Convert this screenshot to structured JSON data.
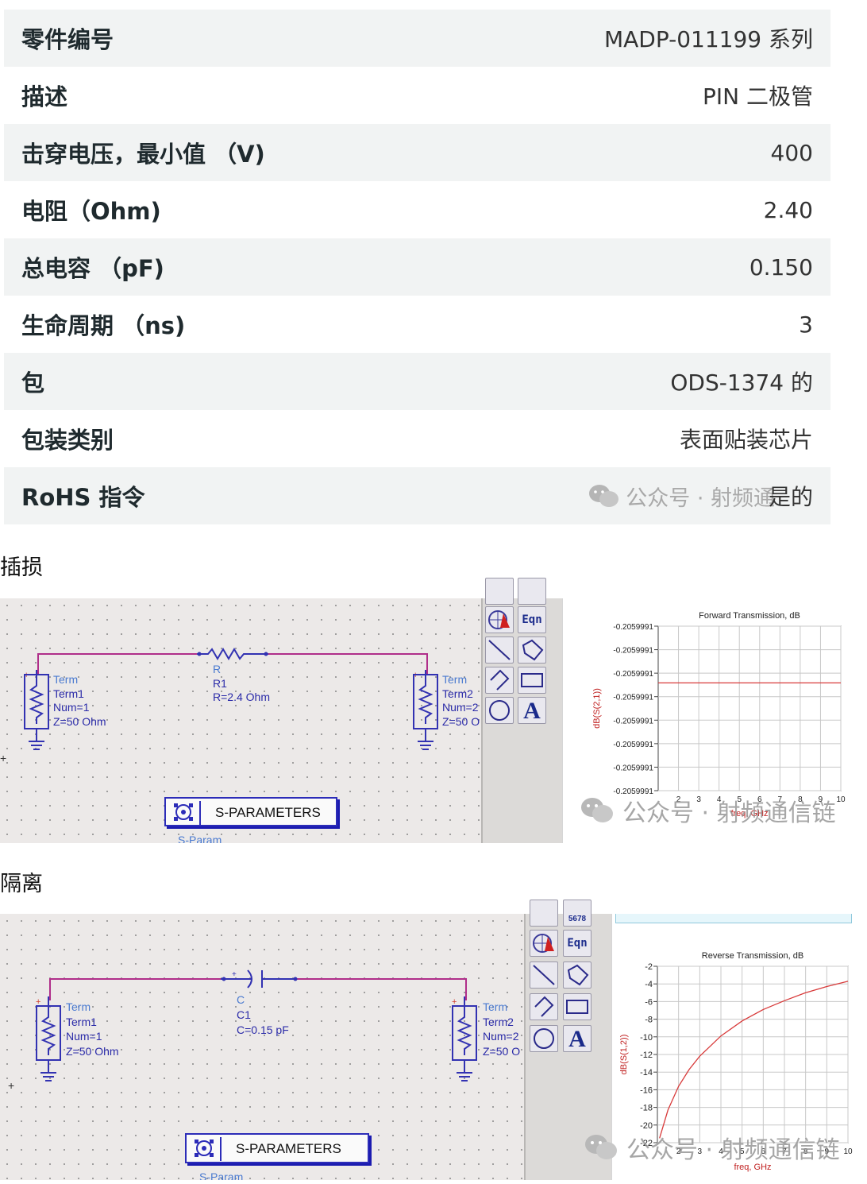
{
  "spec_table": {
    "rows": [
      {
        "label": "零件编号",
        "value": "MADP-011199 系列"
      },
      {
        "label": "描述",
        "value": "PIN 二极管"
      },
      {
        "label": "击穿电压，最小值 （V)",
        "value": "400"
      },
      {
        "label": "电阻（Ohm)",
        "value": "2.40"
      },
      {
        "label": "总电容 （pF)",
        "value": "0.150"
      },
      {
        "label": "生命周期 （ns)",
        "value": "3"
      },
      {
        "label": "包",
        "value": "ODS-1374 的"
      },
      {
        "label": "包装类别",
        "value": "表面贴装芯片"
      },
      {
        "label": "RoHS 指令",
        "value": "是的"
      }
    ]
  },
  "watermark": {
    "text": "公众号 · 射频通信链",
    "text_table": "公众号 · 射频通"
  },
  "section_insertion": {
    "title": "插损"
  },
  "section_isolation": {
    "title": "隔离"
  },
  "schematic_1": {
    "term1": {
      "type": "Term",
      "name": "Term1",
      "num": "Num=1",
      "z": "Z=50 Ohm"
    },
    "term2": {
      "type": "Term",
      "name": "Term2",
      "num": "Num=2",
      "z": "Z=50 O"
    },
    "component": {
      "type": "R",
      "name": "R1",
      "value": "R=2.4 Ohm"
    },
    "sparam": {
      "label": "S-PARAMETERS",
      "sub": "S-Param"
    }
  },
  "schematic_2": {
    "term1": {
      "type": "Term",
      "name": "Term1",
      "num": "Num=1",
      "z": "Z=50 Ohm"
    },
    "term2": {
      "type": "Term",
      "name": "Term2",
      "num": "Num=2",
      "z": "Z=50 O"
    },
    "component": {
      "type": "C",
      "name": "C1",
      "value": "C=0.15 pF"
    },
    "sparam": {
      "label": "S-PARAMETERS",
      "sub": "S-Param"
    }
  },
  "palette": {
    "eqn_label": "Eqn",
    "text_tool": "A",
    "bus_label": "5678"
  },
  "colors": {
    "wire": "#b02e8a",
    "schematic_blue": "#2a2aa8",
    "trace_red": "#d83a3a"
  },
  "chart_data": [
    {
      "type": "line",
      "title": "Forward Transmission, dB",
      "xlabel": "freq, GHz",
      "ylabel": "dB(S(2,1))",
      "xticks": [
        "2",
        "3",
        "4",
        "5",
        "6",
        "7",
        "8",
        "9",
        "10"
      ],
      "yticks": [
        "-0.2059991",
        "-0.2059991",
        "-0.2059991",
        "-0.2059991",
        "-0.2059991",
        "-0.2059991",
        "-0.2059991",
        "-0.2059991"
      ],
      "xlim": [
        1,
        10
      ],
      "series": [
        {
          "x": [
            1,
            10
          ],
          "y": [
            -0.2059991,
            -0.2059991
          ]
        }
      ],
      "grid": true
    },
    {
      "type": "line",
      "title": "Reverse Transmission, dB",
      "xlabel": "freq, GHz",
      "ylabel": "dB(S(1,2))",
      "xticks": [
        "2",
        "3",
        "4",
        "5",
        "6",
        "7",
        "8",
        "9",
        "10"
      ],
      "yticks": [
        "-2",
        "-4",
        "-6",
        "-8",
        "-10",
        "-12",
        "-14",
        "-16",
        "-18",
        "-20",
        "-22"
      ],
      "xlim": [
        1,
        10
      ],
      "ylim": [
        -22,
        -2
      ],
      "series": [
        {
          "x": [
            1.1,
            1.5,
            2,
            2.5,
            3,
            4,
            5,
            6,
            7,
            8,
            9,
            10
          ],
          "y": [
            -21.5,
            -18.3,
            -15.6,
            -13.7,
            -12.2,
            -9.9,
            -8.2,
            -6.9,
            -5.9,
            -5.0,
            -4.3,
            -3.7
          ]
        }
      ],
      "grid": true
    }
  ]
}
